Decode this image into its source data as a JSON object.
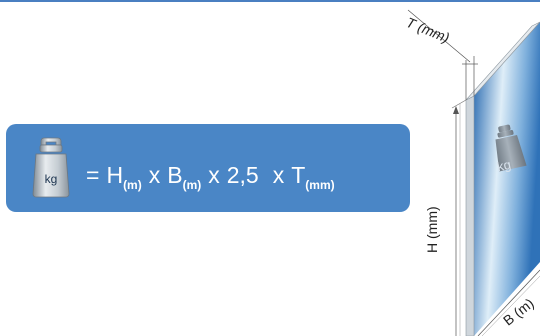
{
  "formula": {
    "weight_icon_label": "kg",
    "equals": "=",
    "h_symbol": "H",
    "h_sub": "(m)",
    "times1": "x",
    "b_symbol": "B",
    "b_sub": "(m)",
    "times2": "x",
    "factor": "2,5",
    "times3": "x",
    "t_symbol": "T",
    "t_sub": "(mm)"
  },
  "dimensions": {
    "thickness_label": "T (mm)",
    "height_label": "H (mm)",
    "width_label": "B (m)",
    "glass_weight_label": "kg"
  },
  "icons": [
    "weight-kg-icon",
    "glass-pane",
    "dimension-lines"
  ],
  "colors": {
    "box_fill": "#4a86c6",
    "formula_text": "#ffffff",
    "glass_edge": "#2e6fb3",
    "glass_light": "#dfeef8"
  }
}
